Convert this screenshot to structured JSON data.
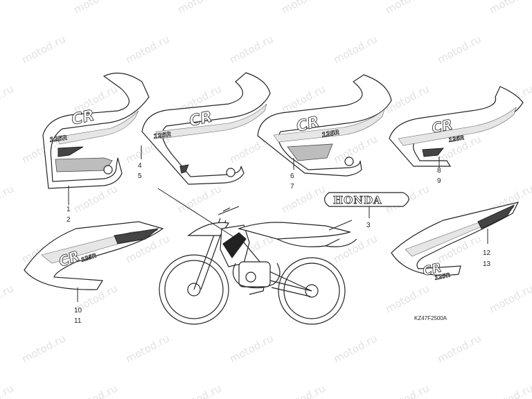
{
  "watermark": {
    "text": "motod.ru"
  },
  "diagram_code": "KZ47F2500A",
  "emblem": {
    "text": "HONDA"
  },
  "decal_text": {
    "model": "CR",
    "sub": "125R"
  },
  "callouts": [
    {
      "id": "c1",
      "text": "1"
    },
    {
      "id": "c2",
      "text": "2"
    },
    {
      "id": "c3",
      "text": "3"
    },
    {
      "id": "c4",
      "text": "4"
    },
    {
      "id": "c5",
      "text": "5"
    },
    {
      "id": "c6",
      "text": "6"
    },
    {
      "id": "c7",
      "text": "7"
    },
    {
      "id": "c8",
      "text": "8"
    },
    {
      "id": "c9",
      "text": "9"
    },
    {
      "id": "c10",
      "text": "10"
    },
    {
      "id": "c11",
      "text": "11"
    },
    {
      "id": "c12",
      "text": "12"
    },
    {
      "id": "c13",
      "text": "13"
    }
  ],
  "colors": {
    "ink": "#222222",
    "watermark": "#c9c9c9",
    "band_dark": "#444444",
    "band_mid": "#bdbdbd"
  }
}
